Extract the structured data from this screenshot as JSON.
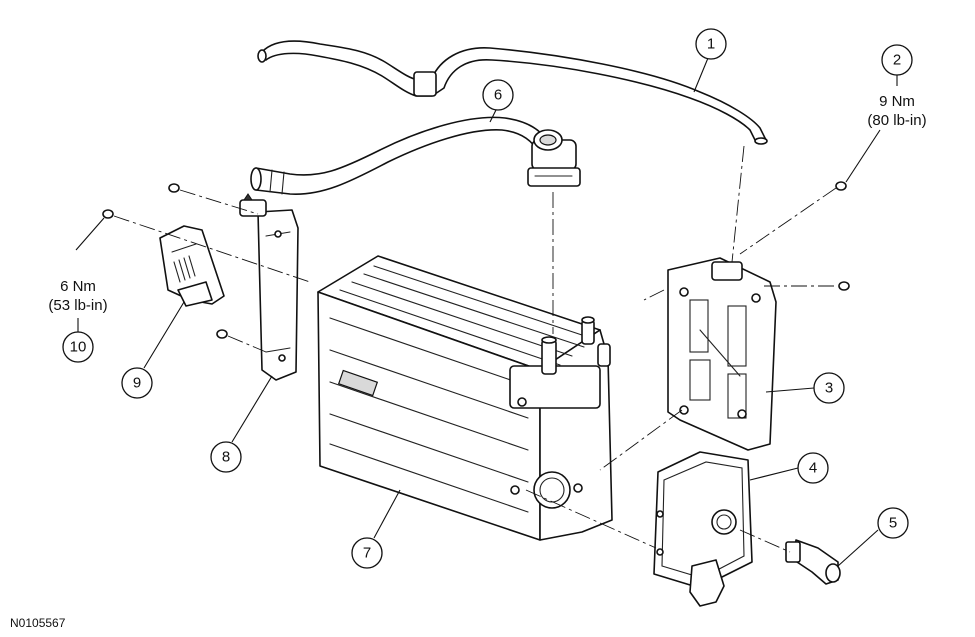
{
  "callouts": [
    "1",
    "2",
    "3",
    "4",
    "5",
    "6",
    "7",
    "8",
    "9",
    "10"
  ],
  "torque_specs": {
    "upper_right": {
      "nm": "9 Nm",
      "lbin": "(80 lb-in)"
    },
    "left": {
      "nm": "6 Nm",
      "lbin": "(53 lb-in)"
    }
  },
  "figure_id": "N0105567"
}
